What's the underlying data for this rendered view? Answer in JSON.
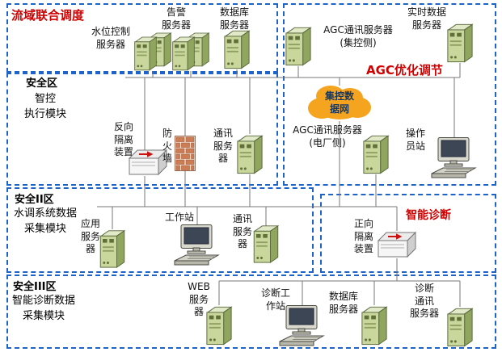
{
  "colors": {
    "region_title_red": "#d10000",
    "box_border_blue": "#1e63c8",
    "connector_gray": "#777777",
    "server_green": "#c9d69c",
    "cloud_orange": "#f5a41f"
  },
  "regions": {
    "basin": {
      "title": "流域联合调度"
    },
    "agc": {
      "title": "AGC优化调节"
    },
    "diagnosis": {
      "title": "智能诊断"
    },
    "zone1": {
      "name": "安全区",
      "module": "智控\n执行模块"
    },
    "zone2": {
      "name": "安全II区",
      "module": "水调系统数据\n采集模块"
    },
    "zone3": {
      "name": "安全III区",
      "module": "智能诊断数据\n采集模块"
    }
  },
  "nodes": {
    "water_level_server": {
      "label": "水位控制\n服务器"
    },
    "alarm_server": {
      "label": "告警\n服务器"
    },
    "db_server_top": {
      "label": "数据库\n服务器"
    },
    "agc_comm_server_central": {
      "label": "AGC通讯服务器\n(集控侧)"
    },
    "realtime_data_server": {
      "label": "实时数据\n服务器"
    },
    "control_data_network": {
      "label": "集控数\n据网"
    },
    "reverse_isolation": {
      "label": "反向\n隔离\n装置"
    },
    "firewall": {
      "label": "防\n火\n墙"
    },
    "comm_server_zone1": {
      "label": "通讯\n服务\n器"
    },
    "agc_comm_server_plant": {
      "label": "AGC通讯服务器\n(电厂侧)"
    },
    "operator_station": {
      "label": "操作\n员站"
    },
    "app_server": {
      "label": "应用\n服务\n器"
    },
    "workstation": {
      "label": "工作站"
    },
    "comm_server_zone2": {
      "label": "通讯\n服务\n器"
    },
    "forward_isolation": {
      "label": "正向\n隔离\n装置"
    },
    "web_server": {
      "label": "WEB\n服务\n器"
    },
    "diag_workstation": {
      "label": "诊断工\n作站"
    },
    "db_server_bottom": {
      "label": "数据库\n服务器"
    },
    "diag_comm_server": {
      "label": "诊断\n通讯\n服务器"
    }
  }
}
